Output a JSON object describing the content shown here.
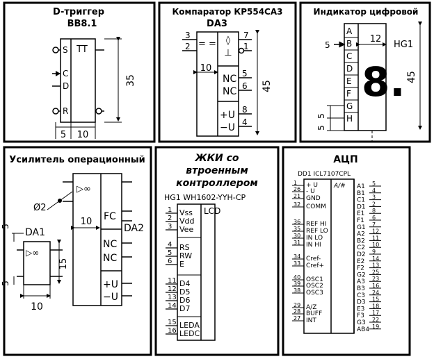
{
  "panels": {
    "dtrigger": {
      "title_line1": "D-триггер",
      "title_line2": "ВВ8.1",
      "label_tt": "TT",
      "pins": [
        "S",
        "C",
        "D",
        "R"
      ],
      "dim_height": "35",
      "dim_a": "5",
      "dim_b": "10"
    },
    "comparator": {
      "title_line1": "Компаратор КР554СА3",
      "title_line2": "DA3",
      "sym_eq": "= =",
      "sym_diamond": "◊",
      "sym_dash": "⊥",
      "nc1": "NC",
      "nc2": "NC",
      "pu": "+U",
      "mu": "−U",
      "pins_left": [
        "3",
        "2"
      ],
      "pins_right": [
        "7",
        "1",
        "5",
        "6",
        "8",
        "4"
      ],
      "dim_w": "10",
      "dim_h": "45"
    },
    "indicator": {
      "title": "Индикатор цифровой",
      "segments": [
        "A",
        "B",
        "C",
        "D",
        "E",
        "F",
        "G",
        "H"
      ],
      "digit": "8.",
      "label_hg": "HG1",
      "dim_top": "12",
      "dim_h": "45",
      "dim_left": "5",
      "dim_g": "5",
      "dim_h2": "5"
    },
    "opamp": {
      "title": "Усилитель операционный",
      "label_da1": "DA1",
      "label_da2": "DA2",
      "sym_inf": "▷∞",
      "fc": "FC",
      "nc1": "NC",
      "nc2": "NC",
      "pu": "+U",
      "mu": "−U",
      "dim_d": "Ø2",
      "dim_w": "10",
      "dim_w2": "10",
      "dim_h": "15",
      "dim_5a": "5",
      "dim_5b": "5"
    },
    "lcd": {
      "title_line1": "ЖКИ со",
      "title_line2": "втроенным",
      "title_line3": "контроллером",
      "part": "HG1 WH1602-YYH-CP",
      "label_lcd": "LCD",
      "pins": [
        {
          "num": "1",
          "name": "Vss"
        },
        {
          "num": "2",
          "name": "Vdd"
        },
        {
          "num": "3",
          "name": "Vee"
        },
        {
          "num": "4",
          "name": "RS"
        },
        {
          "num": "5",
          "name": "RW"
        },
        {
          "num": "6",
          "name": "E"
        },
        {
          "num": "11",
          "name": "D4"
        },
        {
          "num": "12",
          "name": "D5"
        },
        {
          "num": "13",
          "name": "D6"
        },
        {
          "num": "14",
          "name": "D7"
        },
        {
          "num": "15",
          "name": "LEDA"
        },
        {
          "num": "16",
          "name": "LEDC"
        }
      ]
    },
    "adc": {
      "title": "АЦП",
      "part": "DD1 ICL7107CPL",
      "label_ad": "A/#",
      "left_pins": [
        {
          "num": "1",
          "name": "+ U"
        },
        {
          "num": "26",
          "name": "- U"
        },
        {
          "num": "21",
          "name": "GND"
        },
        {
          "num": "32",
          "name": "COMM"
        },
        {
          "num": "36",
          "name": "REF HI"
        },
        {
          "num": "35",
          "name": "REF LO"
        },
        {
          "num": "30",
          "name": "IN LO"
        },
        {
          "num": "31",
          "name": "IN HI"
        },
        {
          "num": "34",
          "name": "Cref-"
        },
        {
          "num": "33",
          "name": "Cref+"
        },
        {
          "num": "40",
          "name": "OSC1"
        },
        {
          "num": "39",
          "name": "OSC2"
        },
        {
          "num": "38",
          "name": "OSC3"
        },
        {
          "num": "29",
          "name": "A/Z"
        },
        {
          "num": "28",
          "name": "BUFF"
        },
        {
          "num": "27",
          "name": "INT"
        }
      ],
      "right_pins": [
        {
          "name": "A1",
          "num": "5"
        },
        {
          "name": "B1",
          "num": "4"
        },
        {
          "name": "C1",
          "num": "3"
        },
        {
          "name": "D1",
          "num": "2"
        },
        {
          "name": "E1",
          "num": "8"
        },
        {
          "name": "F1",
          "num": "6"
        },
        {
          "name": "G1",
          "num": "7"
        },
        {
          "name": "A2",
          "num": "12"
        },
        {
          "name": "B2",
          "num": "11"
        },
        {
          "name": "C2",
          "num": "10"
        },
        {
          "name": "D2",
          "num": "9"
        },
        {
          "name": "E2",
          "num": "14"
        },
        {
          "name": "F2",
          "num": "13"
        },
        {
          "name": "G2",
          "num": "25"
        },
        {
          "name": "A3",
          "num": "23"
        },
        {
          "name": "B3",
          "num": "16"
        },
        {
          "name": "C3",
          "num": "24"
        },
        {
          "name": "D3",
          "num": "15"
        },
        {
          "name": "E3",
          "num": "18"
        },
        {
          "name": "F3",
          "num": "17"
        },
        {
          "name": "G3",
          "num": "22"
        },
        {
          "name": "AB4",
          "num": "19"
        }
      ]
    }
  }
}
